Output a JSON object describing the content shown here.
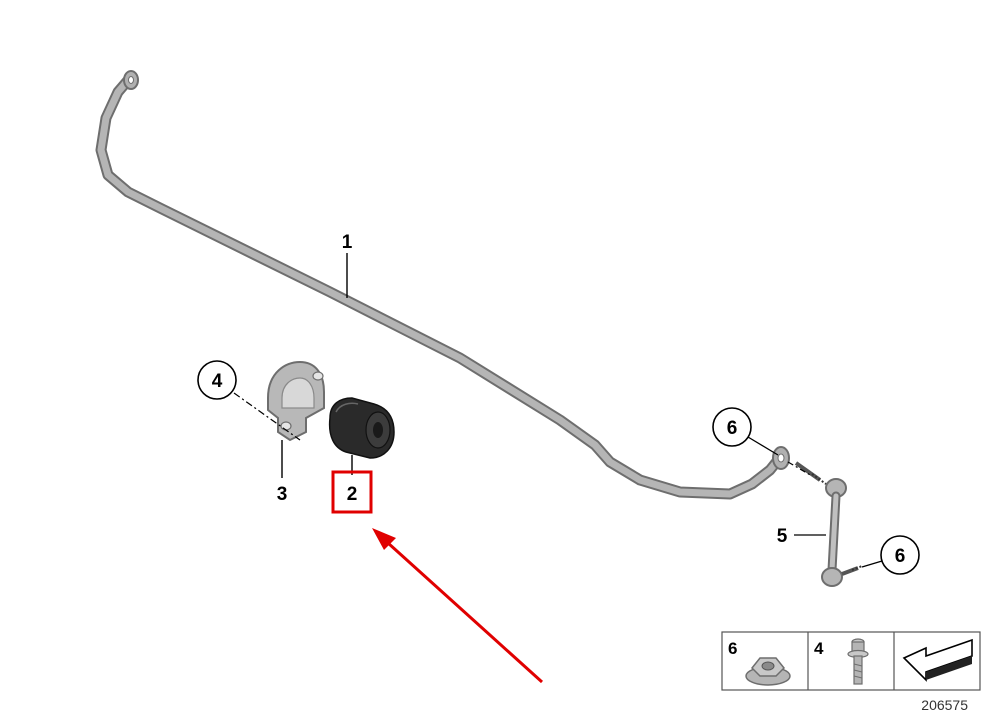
{
  "callouts": {
    "bar": "1",
    "bushing": "2",
    "bracket": "3",
    "bracket_bolt": "4",
    "link": "5",
    "nut_upper": "6",
    "nut_lower": "6"
  },
  "legend": {
    "nut_label": "6",
    "bolt_label": "4",
    "diagram_id": "206575"
  },
  "colors": {
    "highlight": "#e00000",
    "part_gray": "#a9a9a9",
    "part_outline": "#6e6e6e",
    "bushing": "#2a2a2a"
  },
  "icons": {
    "nut": "flange-nut-icon",
    "bolt": "bolt-icon",
    "arrow": "install-direction-arrow-icon"
  }
}
